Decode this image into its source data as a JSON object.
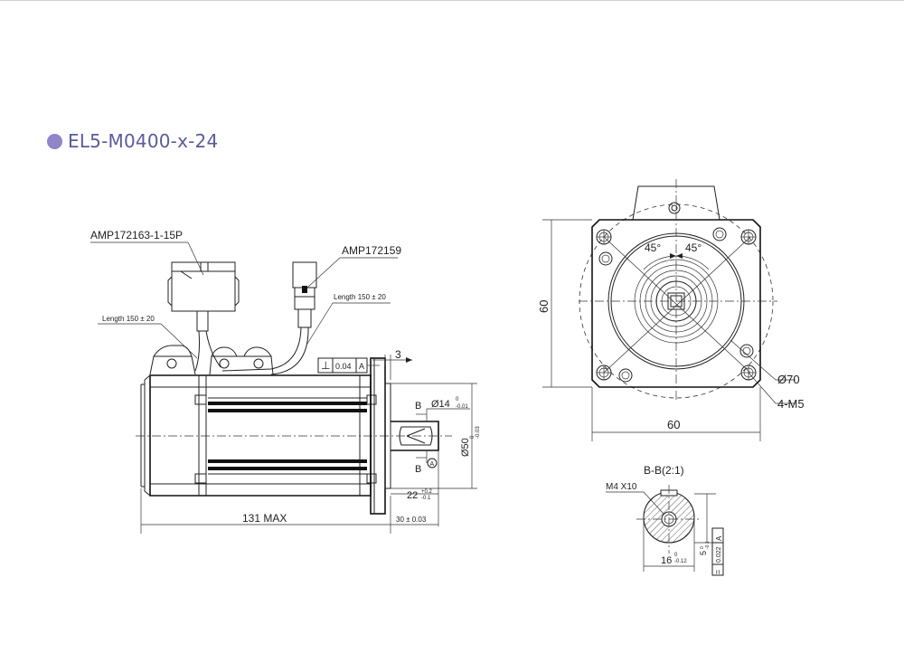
{
  "title": "EL5-M0400-x-24",
  "accent_color": "#8e86c8",
  "title_color": "#5b5a9b",
  "side_view": {
    "connector_power": "AMP172163-1-15P",
    "connector_encoder": "AMP172159",
    "cable_length_left": "Length 150 ± 20",
    "cable_length_right": "Length 150 ± 20",
    "perpendicularity_symbol": "⊥",
    "perpendicularity_value": "0.04",
    "perpendicularity_datum": "A",
    "flange_thickness": "3",
    "section_marker": "B",
    "shaft_dia": "Ø14",
    "shaft_dia_upper": "0",
    "shaft_dia_lower": "-0.01",
    "pilot_dia": "Ø50",
    "pilot_upper": "0",
    "pilot_lower": "-0.03",
    "datum_marker": "A",
    "key_length": "22",
    "key_upper": "+0.2",
    "key_lower": "-0.1",
    "body_length": "131 MAX",
    "shaft_length": "30 ± 0.03"
  },
  "front_view": {
    "height": "60",
    "width": "60",
    "angle_left": "45°",
    "angle_right": "45°",
    "bolt_circle": "Ø70",
    "mount_holes": "4-M5"
  },
  "section_view": {
    "title": "B-B(2:1)",
    "thread": "M4 X10",
    "key_width": "16",
    "key_width_upper": "0",
    "key_width_lower": "-0.12",
    "key_depth": "5",
    "key_depth_upper": "0",
    "key_depth_lower": "-0.1",
    "symmetry_value": "0.022",
    "symmetry_datum": "A"
  }
}
